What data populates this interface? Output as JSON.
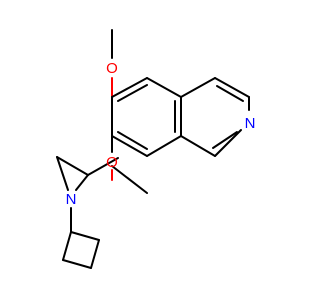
{
  "molecule": {
    "atoms": {
      "methoxy_oxygen": "O",
      "ether_oxygen": "O",
      "ring_nitrogen": "N",
      "aziridine_nitrogen": "N"
    },
    "colors": {
      "bond": "#000000",
      "oxygen": "#ff0000",
      "nitrogen": "#0000ff",
      "background": "#ffffff"
    }
  }
}
